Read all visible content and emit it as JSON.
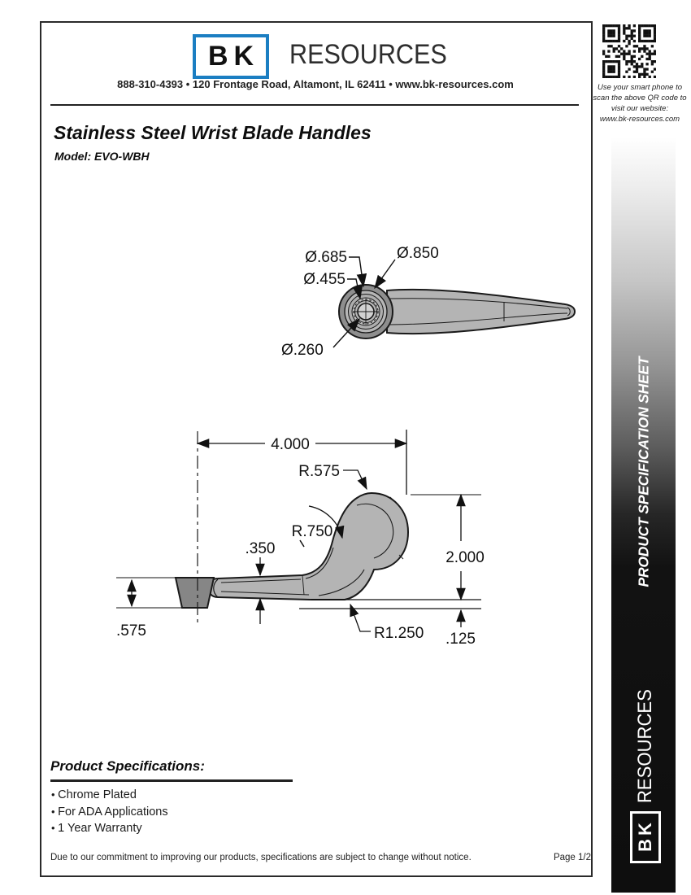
{
  "header": {
    "logo_bk": "BK",
    "logo_resources": "RESOURCES",
    "contact": "888-310-4393  •  120 Frontage Road, Altamont, IL 62411  •  www.bk-resources.com"
  },
  "title": {
    "heading": "Stainless Steel Wrist Blade Handles",
    "model": "Model: EVO-WBH"
  },
  "qr": {
    "caption_lines": [
      "Use your smart phone to",
      "scan the above QR code to",
      "visit our website:",
      "www.bk-resources.com"
    ]
  },
  "sidebar": {
    "label": "PRODUCT SPECIFICATION SHEET",
    "logo_bk": "BK",
    "logo_resources": "RESOURCES"
  },
  "drawings": {
    "top_view": {
      "dia_685": "Ø.685",
      "dia_850": "Ø.850",
      "dia_455": "Ø.455",
      "dia_260": "Ø.260"
    },
    "side_view": {
      "width": "4.000",
      "r575": "R.575",
      "r750": "R.750",
      "t350": ".350",
      "h2000": "2.000",
      "h575": ".575",
      "r1250": "R1.250",
      "t125": ".125"
    }
  },
  "specs": {
    "heading": "Product Specifications:",
    "items": [
      "Chrome Plated",
      "For ADA Applications",
      "1 Year Warranty"
    ]
  },
  "footer": {
    "notice": "Due to our commitment to improving our products, specifications are subject to change without notice.",
    "page": "Page 1/2"
  },
  "colors": {
    "accent_blue": "#1b7ec2",
    "drawing_gray": "#b4b4b4"
  }
}
